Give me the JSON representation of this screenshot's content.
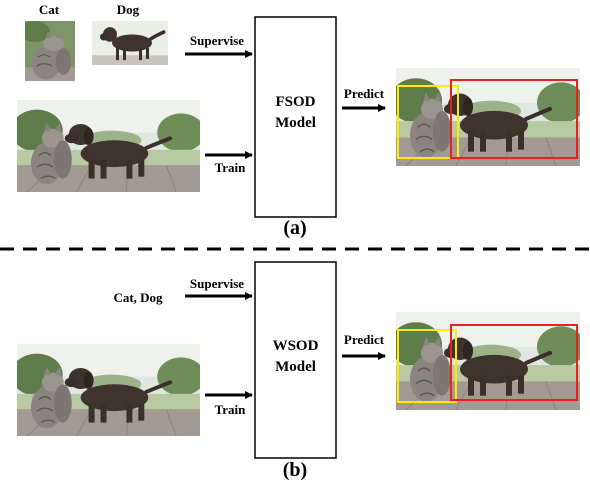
{
  "panel_a": {
    "support_labels": {
      "cat": "Cat",
      "dog": "Dog"
    },
    "supervise_label": "Supervise",
    "train_label": "Train",
    "model_line1": "FSOD",
    "model_line2": "Model",
    "predict_label": "Predict",
    "caption": "(a)"
  },
  "panel_b": {
    "class_labels": "Cat, Dog",
    "supervise_label": "Supervise",
    "train_label": "Train",
    "model_line1": "WSOD",
    "model_line2": "Model",
    "predict_label": "Predict",
    "caption": "(b)"
  },
  "colors": {
    "cat_box": "#ffeb00",
    "dog_box": "#e8201e",
    "arrow": "#000000"
  }
}
